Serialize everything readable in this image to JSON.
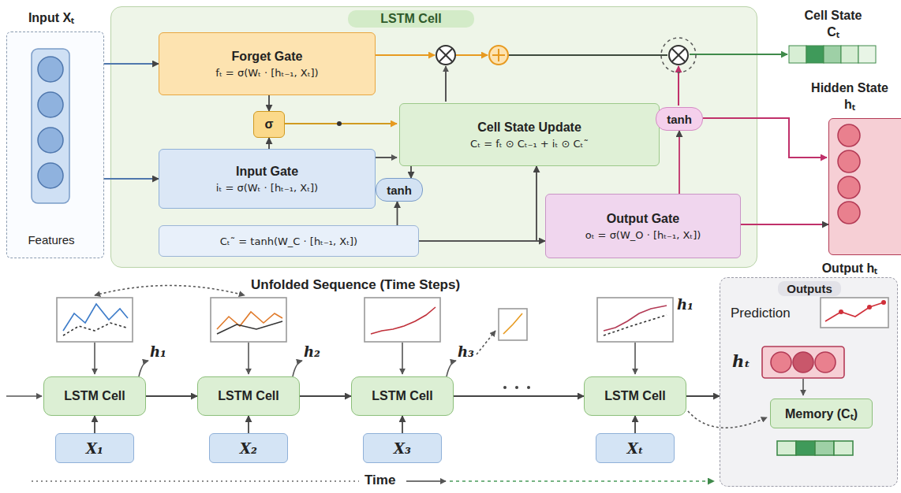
{
  "diagram": {
    "nodes": [
      {
        "text": [
          "Input Xₜ",
          "Features"
        ]
      },
      {
        "text": [
          "LSTM Cell"
        ]
      },
      {
        "text": [
          "Forget Gate",
          "fₜ = σ(Wₜ · [hₜ₋₁, Xₜ])"
        ],
        "in": 1
      },
      {
        "text": [
          "σ"
        ],
        "in": 1
      },
      {
        "text": [
          "Input Gate",
          "iₜ = σ(Wₜ · [hₜ₋₁, Xₜ])"
        ],
        "in": 1
      },
      {
        "text": [
          "Cₜ˜ = tanh(W_C · [hₜ₋₁, Xₜ])"
        ],
        "in": 1
      },
      {
        "text": [
          "Cell State Update",
          "Cₜ = fₜ ⊙ Cₜ₋₁ + iₜ ⊙ Cₜ˜"
        ],
        "in": 1
      },
      {
        "text": [
          "tanh"
        ],
        "in": 1
      },
      {
        "text": [
          "tanh"
        ],
        "in": 1
      },
      {
        "text": [
          "Output Gate",
          "oₜ = σ(W_O · [hₜ₋₁, Xₜ])"
        ],
        "in": 1
      },
      {
        "text": [
          "Cell State Cₜ"
        ]
      },
      {
        "text": [
          "Hidden State hₜ",
          "Output hₜ"
        ]
      },
      {
        "text": [
          "LSTM Cell"
        ]
      },
      {
        "text": [
          "LSTM Cell"
        ]
      },
      {
        "text": [
          "LSTM Cell"
        ]
      },
      {
        "text": [
          "LSTM Cell"
        ]
      },
      {
        "text": [
          "X₁"
        ]
      },
      {
        "text": [
          "X₂"
        ]
      },
      {
        "text": [
          "X₃"
        ]
      },
      {
        "text": [
          "Xₜ"
        ]
      },
      {
        "text": [
          "Outputs"
        ]
      },
      {
        "text": [
          "Memory (Cₜ)"
        ],
        "in": 20
      }
    ],
    "edges": [
      {
        "from": 0,
        "to": 2,
        "arrow": "to"
      },
      {
        "from": 0,
        "to": 4,
        "arrow": "to"
      },
      {
        "from": 2,
        "to": 3,
        "arrow": "to"
      },
      {
        "from": 4,
        "to": 3,
        "arrow": "to"
      },
      {
        "from": 5,
        "to": 7,
        "arrow": "to"
      },
      {
        "from": 6,
        "to": 7,
        "arrow": "to"
      },
      {
        "from": 5,
        "to": 6,
        "arrow": "to"
      },
      {
        "from": 5,
        "to": 9,
        "arrow": "to"
      },
      {
        "from": 9,
        "to": 8,
        "arrow": "to"
      },
      {
        "from": 9,
        "to": 11,
        "arrow": "to"
      },
      {
        "from": 12,
        "to": 13,
        "arrow": "to"
      },
      {
        "from": 13,
        "to": 14,
        "arrow": "to"
      },
      {
        "from": 14,
        "to": 15,
        "arrow": "to"
      },
      {
        "from": 16,
        "to": 12,
        "arrow": "to"
      },
      {
        "from": 17,
        "to": 13,
        "arrow": "to"
      },
      {
        "from": 18,
        "to": 14,
        "arrow": "to"
      },
      {
        "from": 19,
        "to": 15,
        "arrow": "to"
      },
      {
        "from": 15,
        "to": 20,
        "arrow": "to"
      }
    ],
    "labels": [
      "Unfolded Sequence (Time Steps)",
      "h₁",
      "h₂",
      "h₃",
      "h₁",
      "Time",
      "Prediction",
      "hₜ"
    ]
  }
}
